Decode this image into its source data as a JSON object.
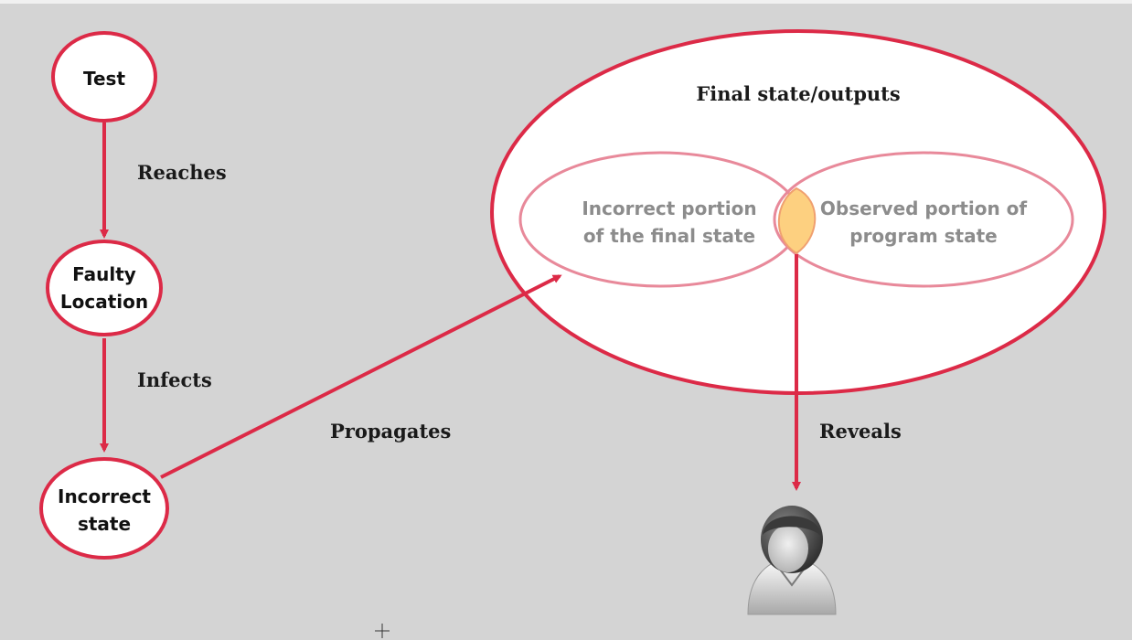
{
  "nodes": {
    "test": "Test",
    "faulty_location": [
      "Faulty",
      "Location"
    ],
    "incorrect_state": [
      "Incorrect",
      "state"
    ]
  },
  "edges": {
    "reaches": "Reaches",
    "infects": "Infects",
    "propagates": "Propagates",
    "reveals": "Reveals"
  },
  "final_state": {
    "title": "Final state/outputs",
    "incorrect_portion": [
      "Incorrect portion",
      "of the final state"
    ],
    "observed_portion": [
      "Observed  portion of",
      "program state"
    ]
  },
  "colors": {
    "accent": "#dc2a47",
    "venn_outline": "#e8899a",
    "overlap": "#fdd080",
    "background": "#d4d4d4"
  },
  "icons": [
    "user-icon",
    "cursor-icon"
  ]
}
